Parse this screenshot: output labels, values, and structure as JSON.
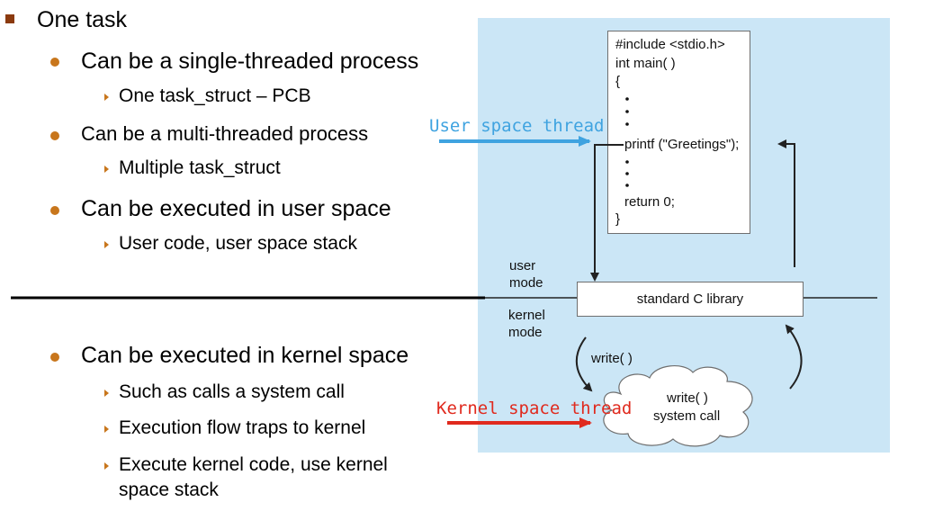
{
  "bullets": {
    "level1": "One task",
    "single_thread": "Can be a single-threaded process",
    "single_thread_sub": "One task_struct – PCB",
    "multi_thread": "Can be a multi-threaded process",
    "multi_thread_sub": "Multiple task_struct",
    "user_space": "Can be executed in user space",
    "user_space_sub": "User code, user space stack",
    "kernel_space": "Can be executed in kernel space",
    "kernel_sub1": "Such as calls a system call",
    "kernel_sub2": "Execution flow traps to kernel",
    "kernel_sub3_line1": "Execute kernel code, use kernel",
    "kernel_sub3_line2": "space stack"
  },
  "diagram": {
    "code_lines": [
      "#include <stdio.h>",
      "int main( )",
      "{",
      "printf (\"Greetings\");",
      "return 0;",
      "}"
    ],
    "library_label": "standard C library",
    "user_mode_line1": "user",
    "user_mode_line2": "mode",
    "kernel_mode_line1": "kernel",
    "kernel_mode_line2": "mode",
    "write_label": "write( )",
    "syscall_line1": "write( )",
    "syscall_line2": "system call"
  },
  "annotations": {
    "user_thread": "User space thread",
    "kernel_thread": "Kernel space thread"
  },
  "colors": {
    "panel": "#cbe6f6",
    "user_arrow": "#3fa3e0",
    "kernel_arrow": "#e02a1e",
    "bullet_square": "#8b3a0e",
    "bullet_dot": "#c8761c"
  }
}
